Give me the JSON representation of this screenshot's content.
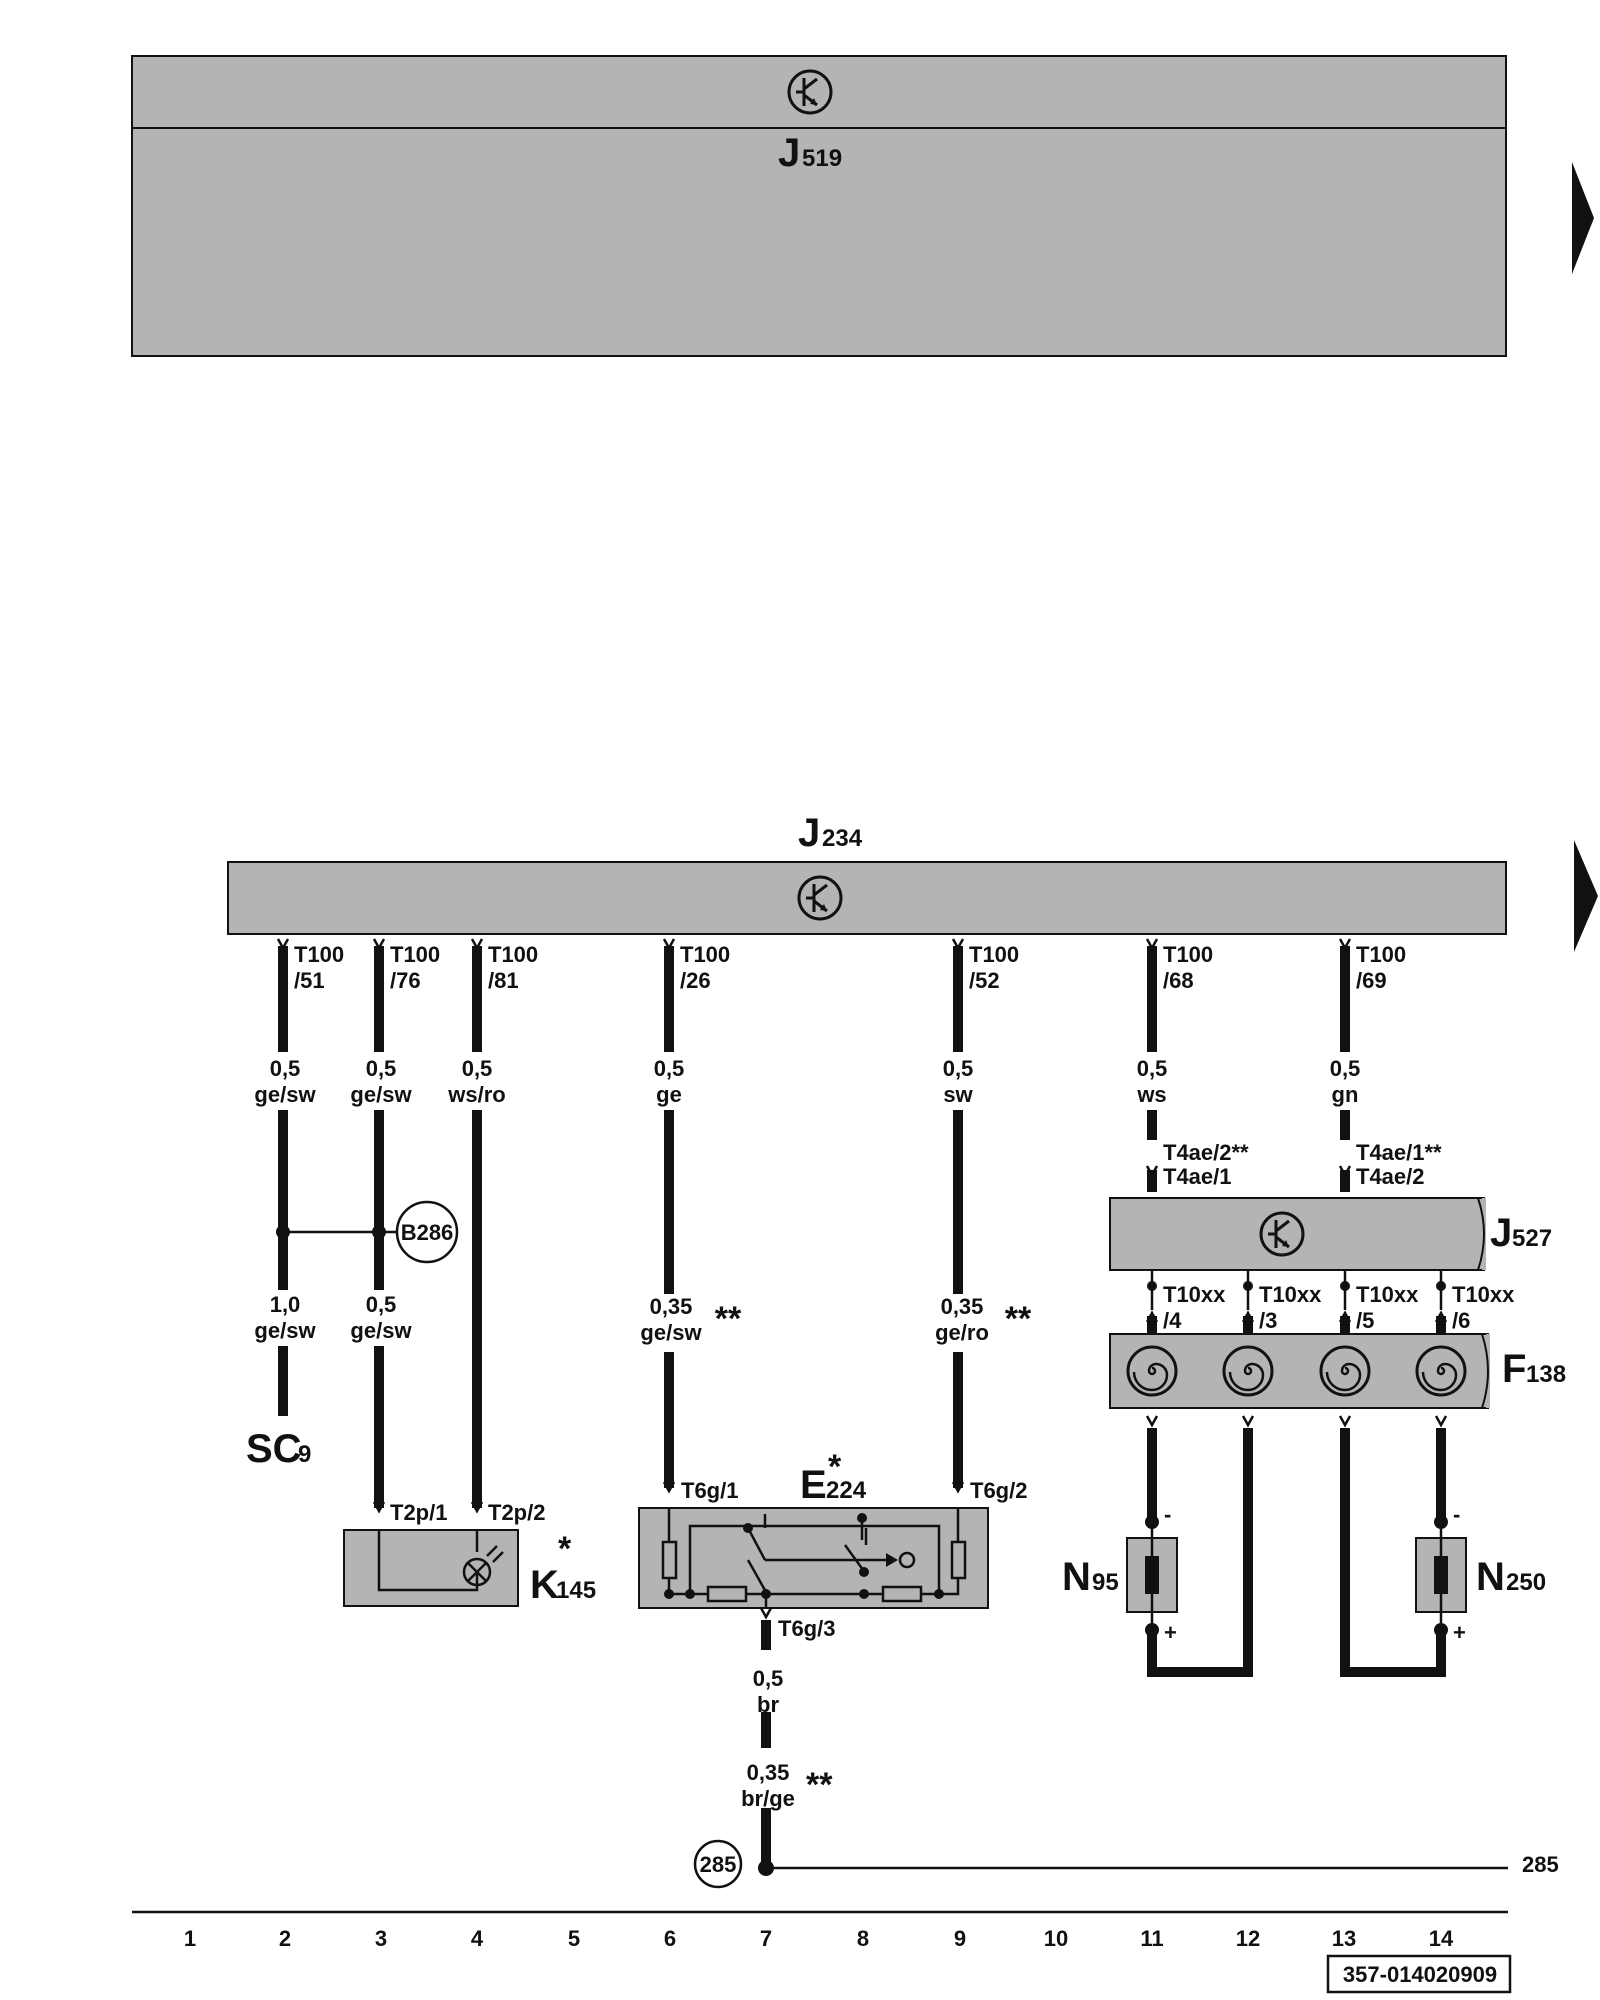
{
  "components": {
    "j519": {
      "name": "J",
      "sub": "519"
    },
    "j234": {
      "name": "J",
      "sub": "234"
    },
    "j527": {
      "name": "J",
      "sub": "527"
    },
    "f138": {
      "name": "F",
      "sub": "138"
    },
    "e224": {
      "name": "E",
      "sub": "224",
      "mark": "*"
    },
    "k145": {
      "name": "K",
      "sub": "145",
      "mark": "*"
    },
    "n95": {
      "name": "N",
      "sub": "95"
    },
    "n250": {
      "name": "N",
      "sub": "250"
    },
    "sc9": {
      "name": "SC",
      "sub": "9"
    }
  },
  "wires": [
    {
      "pin_a": "T100",
      "pin_b": "/51",
      "size": "0,5",
      "color": "ge/sw",
      "size2": "1,0",
      "color2": "ge/sw"
    },
    {
      "pin_a": "T100",
      "pin_b": "/76",
      "size": "0,5",
      "color": "ge/sw",
      "size2": "0,5",
      "color2": "ge/sw"
    },
    {
      "pin_a": "T100",
      "pin_b": "/81",
      "size": "0,5",
      "color": "ws/ro"
    },
    {
      "pin_a": "T100",
      "pin_b": "/26",
      "size": "0,5",
      "color": "ge",
      "size2": "0,35",
      "color2": "ge/sw",
      "mark2": "**"
    },
    {
      "pin_a": "T100",
      "pin_b": "/52",
      "size": "0,5",
      "color": "sw",
      "size2": "0,35",
      "color2": "ge/ro",
      "mark2": "**"
    },
    {
      "pin_a": "T100",
      "pin_b": "/68",
      "size": "0,5",
      "color": "ws"
    },
    {
      "pin_a": "T100",
      "pin_b": "/69",
      "size": "0,5",
      "color": "gn"
    }
  ],
  "connectors": {
    "t4ae_11_top": "T4ae/2**",
    "t4ae_11_bot": "T4ae/1",
    "t4ae_13_top": "T4ae/1**",
    "t4ae_13_bot": "T4ae/2",
    "t10_11": {
      "a": "T10xx",
      "b": "/4"
    },
    "t10_12": {
      "a": "T10xx",
      "b": "/3"
    },
    "t10_13": {
      "a": "T10xx",
      "b": "/5"
    },
    "t10_14": {
      "a": "T10xx",
      "b": "/6"
    },
    "t2p1": "T2p/1",
    "t2p2": "T2p/2",
    "t6g1": "T6g/1",
    "t6g2": "T6g/2",
    "t6g3": "T6g/3"
  },
  "ground_wire": {
    "size": "0,5",
    "color": "br",
    "size2": "0,35",
    "color2": "br/ge",
    "mark2": "**"
  },
  "splices": {
    "b286": "B286",
    "g285": "285",
    "ref_285": "285"
  },
  "polarity": {
    "minus": "-",
    "plus": "+"
  },
  "tracks": [
    "1",
    "2",
    "3",
    "4",
    "5",
    "6",
    "7",
    "8",
    "9",
    "10",
    "11",
    "12",
    "13",
    "14"
  ],
  "doc_number": "357-014020909"
}
